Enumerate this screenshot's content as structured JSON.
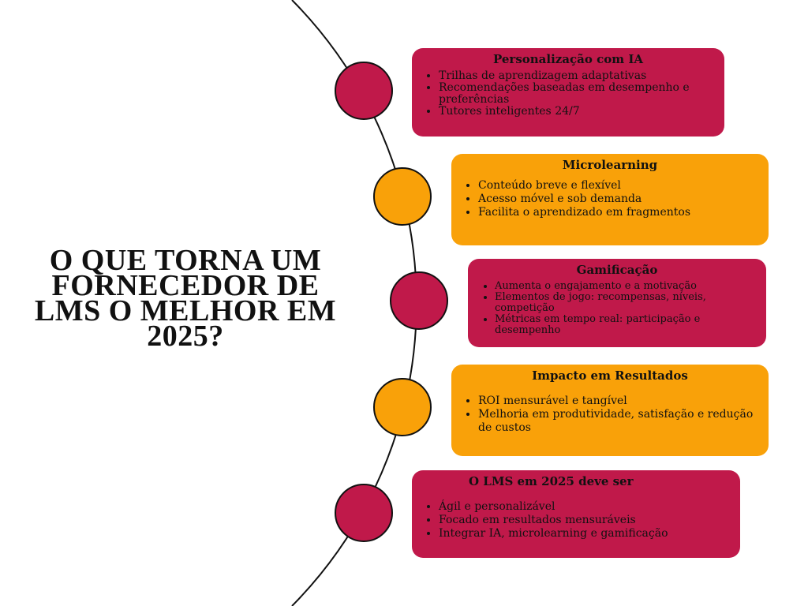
{
  "title": "O QUE TORNA UM FORNECEDOR DE LMS O MELHOR EM 2025?",
  "colors": {
    "crimson": "#c0194a",
    "orange": "#f9a109"
  },
  "sections": [
    {
      "heading": "Personalização com IA",
      "items": [
        "Trilhas de aprendizagem adaptativas",
        "Recomendações baseadas em desempenho e preferências",
        "Tutores inteligentes 24/7"
      ]
    },
    {
      "heading": "Microlearning",
      "items": [
        "Conteúdo breve e flexível",
        "Acesso móvel e sob demanda",
        "Facilita o aprendizado em fragmentos"
      ]
    },
    {
      "heading": "Gamificação",
      "items": [
        "Aumenta o engajamento e a motivação",
        "Elementos de jogo: recompensas, níveis, competição",
        "Métricas em tempo real: participação e desempenho"
      ]
    },
    {
      "heading": "Impacto em Resultados",
      "items": [
        "ROI mensurável e tangível",
        "Melhoria em produtividade, satisfação e redução de custos"
      ]
    },
    {
      "heading": "O LMS em 2025 deve ser",
      "items": [
        "Ágil e personalizável",
        "Focado em resultados mensuráveis",
        "Integrar IA, microlearning e gamificação"
      ]
    }
  ]
}
